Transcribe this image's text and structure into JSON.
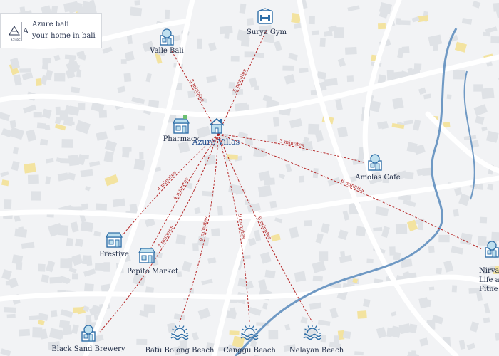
{
  "brand": {
    "line1": "Azure bali",
    "line2": "your home in bali",
    "logo_letter": "A",
    "logo_word": "AZURE"
  },
  "colors": {
    "route": "#b52626",
    "icon_blue": "#2f6fa8",
    "icon_fill": "#bfe0ef",
    "label": "#1e2a44",
    "river": "#6f99c4",
    "road": "#ffffff",
    "building": "#dfe2e6",
    "highlight": "#f3e3a0"
  },
  "hub": {
    "label": "Azure Villas",
    "icon": "house-icon"
  },
  "places": [
    {
      "id": "surya-gym",
      "label": "Surya Gym",
      "icon": "gym-icon"
    },
    {
      "id": "valle-bali",
      "label": "Valle Bali",
      "icon": "cafe-icon"
    },
    {
      "id": "pharmacy",
      "label": "Pharmacy",
      "icon": "pharmacy-icon"
    },
    {
      "id": "amolas-cafe",
      "label": "Amolas Cafe",
      "icon": "cafe-icon"
    },
    {
      "id": "nirvana",
      "label": "Nirva",
      "label2": "Life a",
      "label3": "Fitne",
      "icon": "fitness-icon"
    },
    {
      "id": "frestive",
      "label": "Frestive",
      "icon": "shop-icon"
    },
    {
      "id": "pepito-market",
      "label": "Pepito Market",
      "icon": "shop-icon"
    },
    {
      "id": "black-sand-brewery",
      "label": "Black Sand Brewery",
      "icon": "cafe-icon"
    },
    {
      "id": "batu-bolong-beach",
      "label": "Batu Bolong Beach",
      "icon": "beach-icon"
    },
    {
      "id": "canggu-beach",
      "label": "Canggu Beach",
      "icon": "beach-icon"
    },
    {
      "id": "nelayan-beach",
      "label": "Nelayan Beach",
      "icon": "beach-icon"
    }
  ],
  "routes": [
    {
      "to": "valle-bali",
      "time": "3 minutes"
    },
    {
      "to": "surya-gym",
      "time": "5 minutes"
    },
    {
      "to": "amolas-cafe",
      "time": "3 minutes"
    },
    {
      "to": "nirvana",
      "time": "6 minutes"
    },
    {
      "to": "frestive",
      "time": "4 minutes"
    },
    {
      "to": "pepito-market",
      "time": "4 minutes"
    },
    {
      "to": "black-sand-brewery",
      "time": "7 minutes"
    },
    {
      "to": "batu-bolong-beach",
      "time": "9 minutes"
    },
    {
      "to": "canggu-beach",
      "time": "9 minutes"
    },
    {
      "to": "nelayan-beach",
      "time": "6 minutes"
    }
  ]
}
